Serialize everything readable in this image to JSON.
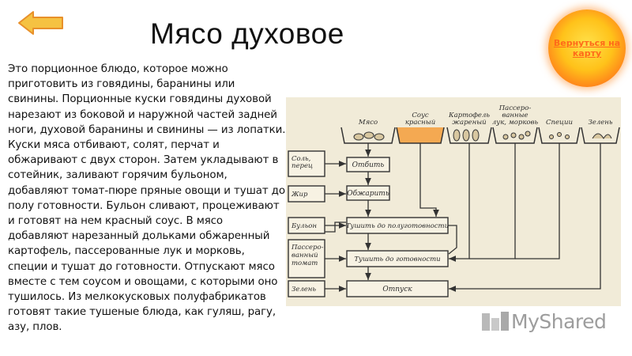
{
  "header": {
    "title": "Мясо духовое",
    "back_button": {
      "icon": "arrow-left-icon",
      "color": "#f5c242"
    },
    "map_button": {
      "label": "Вернуться на карту",
      "color": "#ff8a1a"
    }
  },
  "description": "Это порционное блюдо, которое можно приготовить из говядины, баранины или свинины. Порционные куски говядины духовой нарезают из боковой и наружной частей задней ноги, духовой баранины и свинины — из лопатки. Куски мяса отбивают, солят, перчат и обжаривают с двух сторон. Затем укладывают в сотейник, заливают горячим бульоном, добавляют томат-пюре пряные овощи и тушат до полу готовности. Бульон сливают, процеживают и готовят на нем красный соус. В мясо добавляют нарезанный дольками обжаренный картофель, пассерованные лук и морковь, специи и тушат до готовности. Отпускают мясо вместе с тем соусом и овощами, с которыми оно тушилось. Из мелкокусковых полуфабрикатов готовят такие тушеные блюда, как гуляш, рагу, азу, плов.",
  "diagram": {
    "ingredients": [
      {
        "label_lines": [
          "Мясо"
        ]
      },
      {
        "label_lines": [
          "Соус",
          "красный"
        ]
      },
      {
        "label_lines": [
          "Картофель",
          "жареный"
        ]
      },
      {
        "label_lines": [
          "Пассеро-",
          "ванные",
          "лук, морковь"
        ]
      },
      {
        "label_lines": [
          "Специи"
        ]
      },
      {
        "label_lines": [
          "Зелень"
        ]
      }
    ],
    "additions": [
      {
        "label_lines": [
          "Соль,",
          "перец"
        ]
      },
      {
        "label_lines": [
          "Жир"
        ]
      },
      {
        "label_lines": [
          "Бульон"
        ]
      },
      {
        "label_lines": [
          "Пассеро-",
          "ванный",
          "томат"
        ]
      },
      {
        "label_lines": [
          "Зелень"
        ]
      }
    ],
    "steps": [
      "Отбить",
      "Обжарить",
      "Тушить до полуготовности",
      "Тушить до готовности",
      "Отпуск"
    ],
    "highlight_color": "#f4a952"
  },
  "watermark": {
    "text": "MyShared"
  }
}
